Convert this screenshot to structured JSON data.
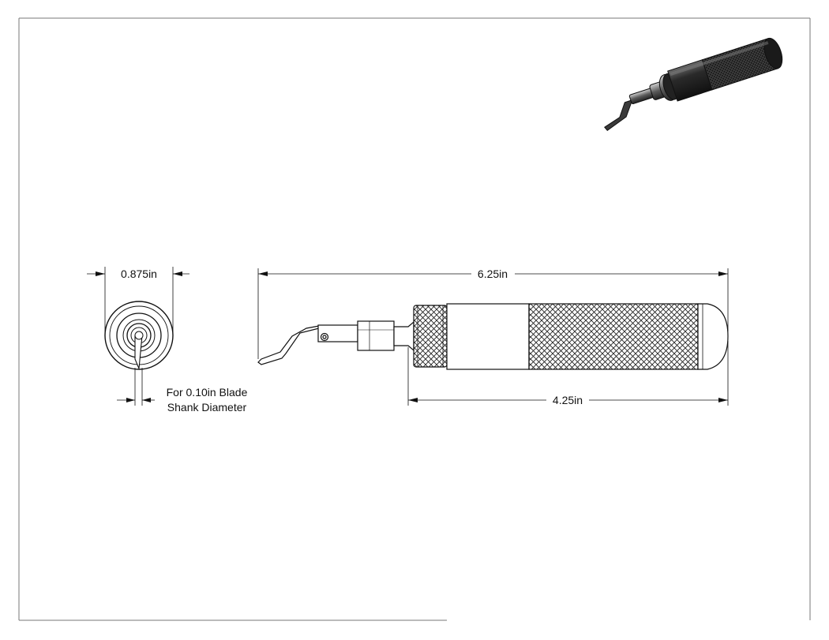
{
  "drawing": {
    "overall_length_label": "6.25in",
    "handle_length_label": "4.25in",
    "end_diameter_label": "0.875in",
    "blade_note_line1": "For 0.10in Blade",
    "blade_note_line2": "Shank Diameter"
  },
  "colors": {
    "line": "#111111",
    "frame": "#777777",
    "iso_dark": "#1c1c1c",
    "iso_mid": "#4a4a4a",
    "iso_light": "#9a9a9a"
  }
}
